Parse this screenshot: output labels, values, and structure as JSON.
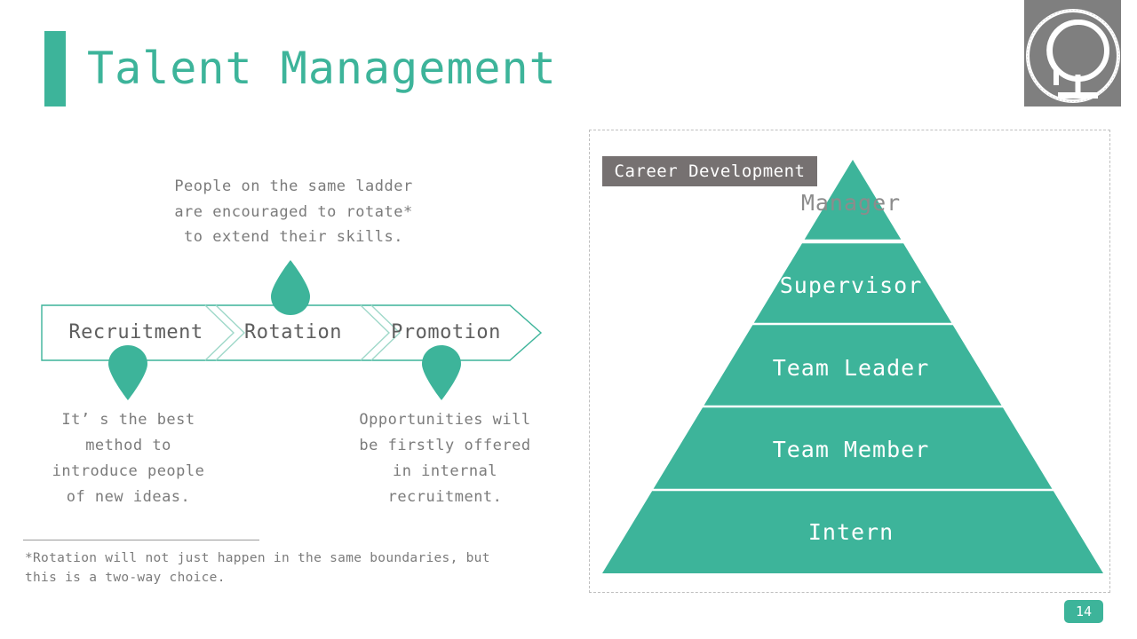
{
  "slide": {
    "title": "Talent Management",
    "page_number": "14",
    "accent_color": "#3DB49A",
    "gray_color": "#767171",
    "text_gray": "#7B7B7B"
  },
  "logo": {
    "icon": "globe-icon",
    "background_color": "#7F7F7F"
  },
  "left": {
    "note_top_lines": [
      "People on the same ladder",
      "are encouraged to rotate*",
      "to extend their skills."
    ],
    "process": {
      "stages": [
        {
          "label": "Recruitment"
        },
        {
          "label": "Rotation"
        },
        {
          "label": "Promotion"
        }
      ],
      "outline_color": "#3DB49A",
      "label_color": "#5E5E5E"
    },
    "pins": [
      {
        "name": "pin-rotation",
        "direction": "up"
      },
      {
        "name": "pin-recruitment",
        "direction": "down"
      },
      {
        "name": "pin-promotion",
        "direction": "down"
      }
    ],
    "caption_left_lines": [
      "It’ s the best",
      "method to",
      "introduce people",
      "of new ideas."
    ],
    "caption_right_lines": [
      "Opportunities will",
      "be firstly offered",
      "in internal",
      "recruitment."
    ],
    "footnote_lines": [
      "*Rotation will not just happen in the same boundaries, but",
      "this is a two-way choice."
    ]
  },
  "right": {
    "tag_label": "Career Development",
    "pyramid": {
      "levels": [
        {
          "label": "Manager",
          "text_color": "#8C8C8C"
        },
        {
          "label": "Supervisor",
          "text_color": "#FFFFFF"
        },
        {
          "label": "Team Leader",
          "text_color": "#FFFFFF"
        },
        {
          "label": "Team Member",
          "text_color": "#FFFFFF"
        },
        {
          "label": "Intern",
          "text_color": "#FFFFFF"
        }
      ],
      "fill_color": "#3DB49A",
      "divider_color": "#FFFFFF"
    }
  }
}
